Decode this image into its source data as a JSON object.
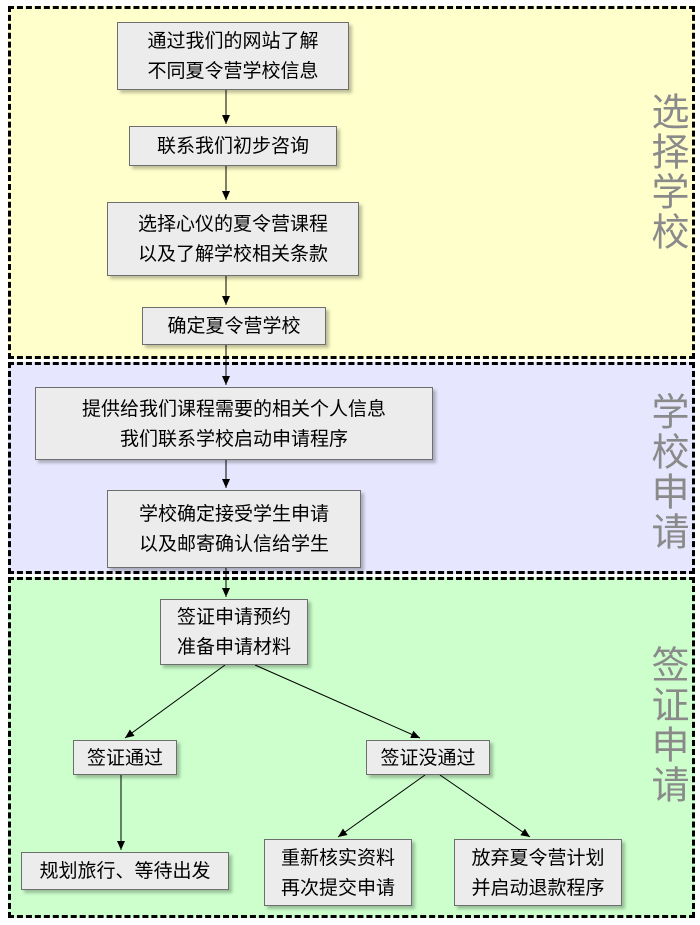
{
  "colors": {
    "lane_select": "#ffffcc",
    "lane_apply": "#e6e6fe",
    "lane_visa": "#ccffcc",
    "node_fill": "#ececec",
    "lane_label": "#8a8a8a"
  },
  "lanes": {
    "select": {
      "label": "选择学校"
    },
    "apply": {
      "label": "学校申请"
    },
    "visa": {
      "label": "签证申请"
    }
  },
  "nodes": {
    "learn": {
      "line1": "通过我们的网站了解",
      "line2": "不同夏令营学校信息"
    },
    "consult": {
      "line1": "联系我们初步咨询"
    },
    "choose": {
      "line1": "选择心仪的夏令营课程",
      "line2": "以及了解学校相关条款"
    },
    "confirm": {
      "line1": "确定夏令营学校"
    },
    "provide": {
      "line1": "提供给我们课程需要的相关个人信息",
      "line2": "我们联系学校启动申请程序"
    },
    "accept": {
      "line1": "学校确定接受学生申请",
      "line2": "以及邮寄确认信给学生"
    },
    "visa_appt": {
      "line1": "签证申请预约",
      "line2": "准备申请材料"
    },
    "visa_pass": {
      "line1": "签证通过"
    },
    "visa_fail": {
      "line1": "签证没通过"
    },
    "travel": {
      "line1": "规划旅行、等待出发"
    },
    "reapply": {
      "line1": "重新核实资料",
      "line2": "再次提交申请"
    },
    "refund": {
      "line1": "放弃夏令营计划",
      "line2": "并启动退款程序"
    }
  }
}
